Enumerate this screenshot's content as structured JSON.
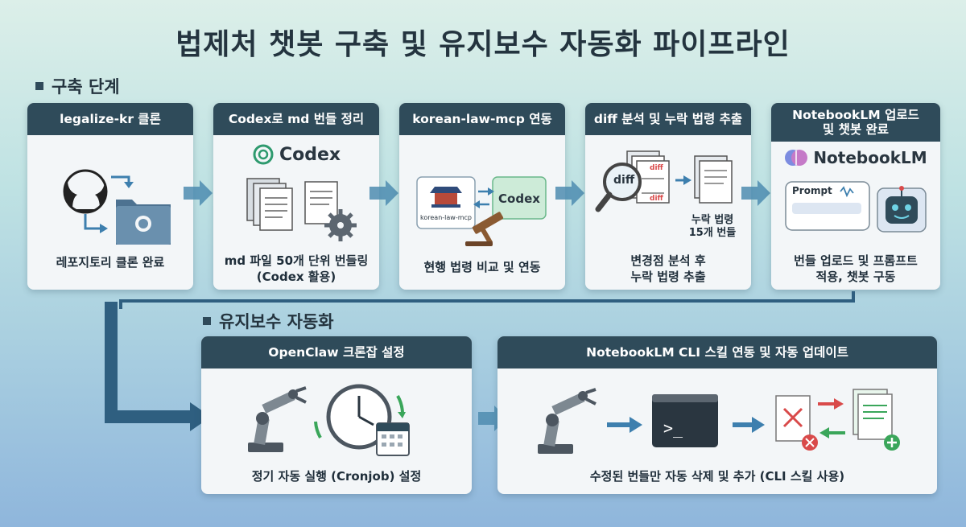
{
  "title": "법제처 챗봇 구축 및 유지보수 자동화 파이프라인",
  "sections": {
    "build": "구축 단계",
    "maintenance": "유지보수 자동화"
  },
  "build_steps": [
    {
      "header": "legalize-kr 클론",
      "caption": "레포지토리 클론 완료"
    },
    {
      "header": "Codex로 md 번들 정리",
      "brand": "Codex",
      "caption_line1": "md 파일 50개 단위 번들링",
      "caption_line2": "(Codex 활용)"
    },
    {
      "header": "korean-law-mcp 연동",
      "mcp_label": "korean-law-mcp",
      "codex_label": "Codex",
      "caption": "현행 법령 비교 및 연동"
    },
    {
      "header": "diff 분석 및 누락 법령 추출",
      "diff_label": "diff",
      "doc_diff1": "diff",
      "doc_diff2": "diff",
      "bundle_line1": "누락 법령",
      "bundle_line2": "15개 번들",
      "caption_line1": "변경점 분석 후",
      "caption_line2": "누락 법령 추출"
    },
    {
      "header_line1": "NotebookLM 업로드",
      "header_line2": "및 챗봇 완료",
      "brand": "NotebookLM",
      "prompt_label": "Prompt",
      "caption_line1": "번들 업로드 및 프롬프트",
      "caption_line2": "적용, 챗봇 구동"
    }
  ],
  "maintenance_steps": [
    {
      "header": "OpenClaw 크론잡 설정",
      "caption": "정기 자동 실행 (Cronjob) 설정"
    },
    {
      "header": "NotebookLM CLI 스킬 연동 및 자동 업데이트",
      "terminal": ">_",
      "caption": "수정된 번들만 자동 삭제 및 추가 (CLI 스킬 사용)"
    }
  ],
  "colors": {
    "header": "#2f4b5a",
    "card": "#f3f6f8",
    "accent_arrow": "#3d6f8e",
    "codex_green": "#2e9a6e",
    "remove_red": "#d94a4a",
    "add_green": "#3aa65a"
  }
}
